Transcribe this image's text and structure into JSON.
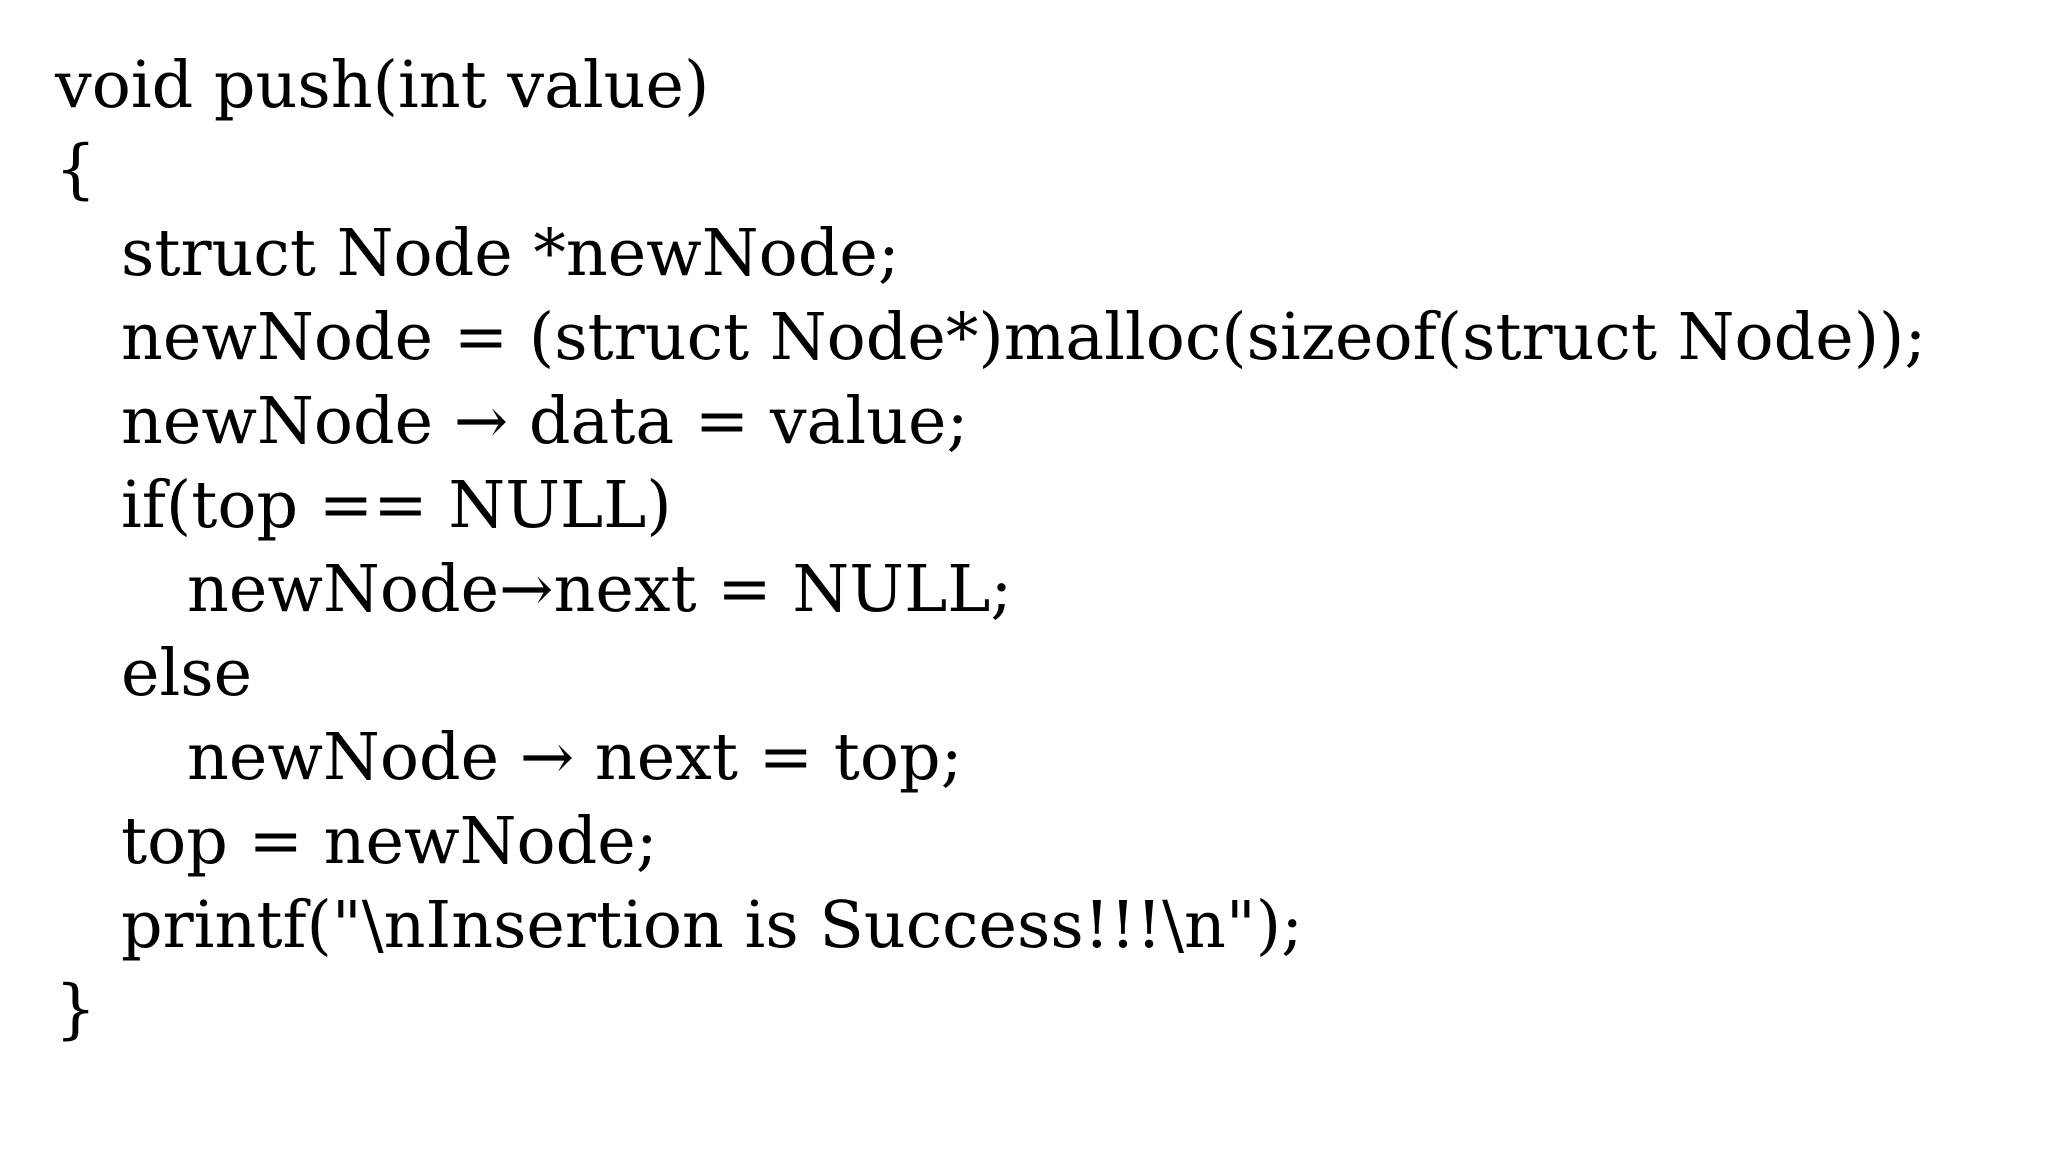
{
  "document": {
    "kind": "c-code-listing",
    "language": "C",
    "function_name": "push",
    "text_color": "#000000",
    "background_color": "#ffffff"
  },
  "code": {
    "lines": [
      {
        "text": "void push(int value)",
        "indent": 0
      },
      {
        "text": "{",
        "indent": 0
      },
      {
        "text": "struct Node *newNode;",
        "indent": 1
      },
      {
        "text": "newNode = (struct Node*)malloc(sizeof(struct Node));",
        "indent": 1
      },
      {
        "text": "newNode → data = value;",
        "indent": 1
      },
      {
        "text": "if(top == NULL)",
        "indent": 1
      },
      {
        "text": "newNode→next = NULL;",
        "indent": 2
      },
      {
        "text": "else",
        "indent": 1
      },
      {
        "text": "newNode → next = top;",
        "indent": 2
      },
      {
        "text": "top = newNode;",
        "indent": 1
      },
      {
        "text": "printf(\"\\nInsertion is Success!!!\\n\");",
        "indent": 1
      },
      {
        "text": "}",
        "indent": 0
      }
    ]
  }
}
